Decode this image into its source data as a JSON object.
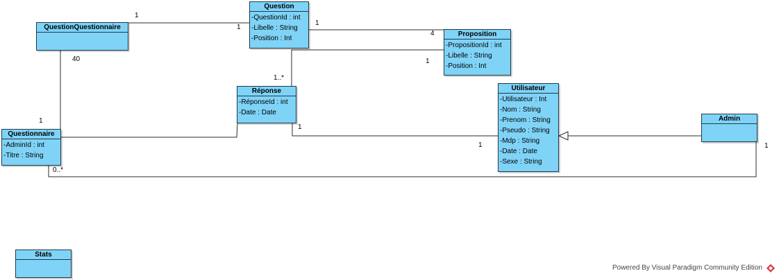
{
  "classes": {
    "questionquestionnaire": {
      "name": "QuestionQuestionnaire",
      "attributes": []
    },
    "question": {
      "name": "Question",
      "attributes": [
        "-QuestionId : int",
        "-Libelle : String",
        "-Position : Int"
      ]
    },
    "proposition": {
      "name": "Proposition",
      "attributes": [
        "-PropositionId : int",
        "-Libelle : String",
        "-Position : Int"
      ]
    },
    "reponse": {
      "name": "Réponse",
      "attributes": [
        "-RéponseId : int",
        "-Date : Date"
      ]
    },
    "utilisateur": {
      "name": "Utilisateur",
      "attributes": [
        "-Utilisateur : Int",
        "-Nom : String",
        "-Prenom : String",
        "-Pseudo : String",
        "-Mdp : String",
        "-Date : Date",
        "-Sexe : String"
      ]
    },
    "admin": {
      "name": "Admin",
      "attributes": []
    },
    "questionnaire": {
      "name": "Questionnaire",
      "attributes": [
        "-AdminId : int",
        "-Titre : String"
      ]
    },
    "stats": {
      "name": "Stats",
      "attributes": []
    }
  },
  "multiplicities": {
    "qq_question_left": "1",
    "qq_question_right": "1",
    "question_proposition_left": "1",
    "question_proposition_right": "4",
    "qq_questionnaire_top": "40",
    "qq_questionnaire_bottom": "1",
    "proposition_reponse_right": "1",
    "proposition_reponse_left": "1..*",
    "reponse_utilisateur_left": "1",
    "reponse_utilisateur_right": "1",
    "admin_questionnaire_right": "1",
    "admin_questionnaire_left": "0..*"
  },
  "footer": {
    "text": "Powered By  Visual Paradigm Community Edition"
  },
  "colors": {
    "class_fill": "#7fd3f7",
    "class_border": "#1e3a4a",
    "line": "#2b2b2b",
    "logo": "#d9333f"
  }
}
